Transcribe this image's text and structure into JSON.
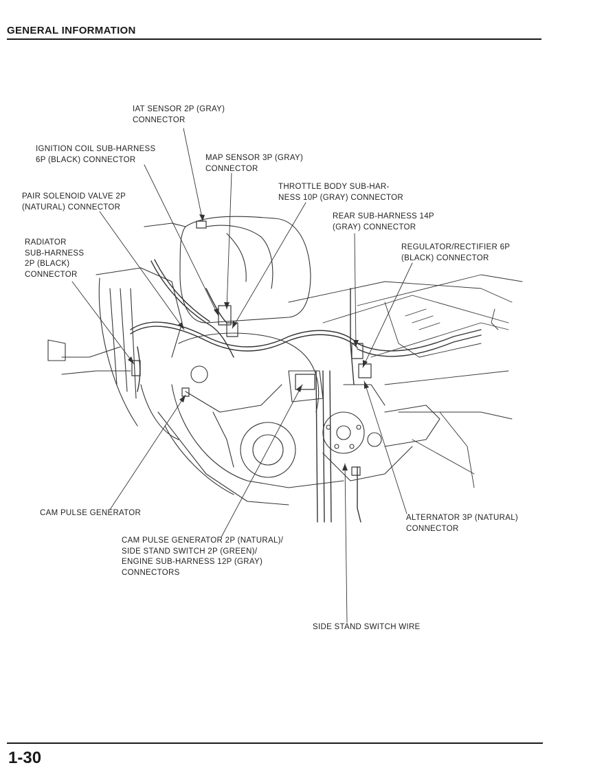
{
  "header": {
    "section_title": "GENERAL INFORMATION"
  },
  "footer": {
    "page_number": "1-30"
  },
  "diagram": {
    "subject": "engine wiring harness connectors (line drawing)",
    "callouts": {
      "iat_sensor": [
        "IAT SENSOR 2P (GRAY)",
        "CONNECTOR"
      ],
      "ignition_coil": [
        "IGNITION COIL SUB-HARNESS",
        "6P (BLACK) CONNECTOR"
      ],
      "map_sensor": [
        "MAP SENSOR 3P (GRAY)",
        "CONNECTOR"
      ],
      "throttle_body": [
        "THROTTLE BODY SUB-HAR-",
        "NESS 10P (GRAY) CONNECTOR"
      ],
      "pair_solenoid": [
        "PAIR SOLENOID VALVE 2P",
        "(NATURAL) CONNECTOR"
      ],
      "rear_sub_harness": [
        "REAR SUB-HARNESS 14P",
        "(GRAY) CONNECTOR"
      ],
      "radiator": [
        "RADIATOR",
        "SUB-HARNESS",
        "2P (BLACK)",
        "CONNECTOR"
      ],
      "regulator": [
        "REGULATOR/RECTIFIER 6P",
        "(BLACK) CONNECTOR"
      ],
      "cam_pulse": [
        "CAM PULSE GENERATOR"
      ],
      "alternator": [
        "ALTERNATOR 3P (NATURAL)",
        "CONNECTOR"
      ],
      "cam_pulse_connectors": [
        "CAM PULSE GENERATOR 2P (NATURAL)/",
        "SIDE STAND SWITCH 2P (GREEN)/",
        "ENGINE SUB-HARNESS 12P (GRAY)",
        "CONNECTORS"
      ],
      "side_stand_wire": [
        "SIDE STAND SWITCH WIRE"
      ]
    }
  }
}
